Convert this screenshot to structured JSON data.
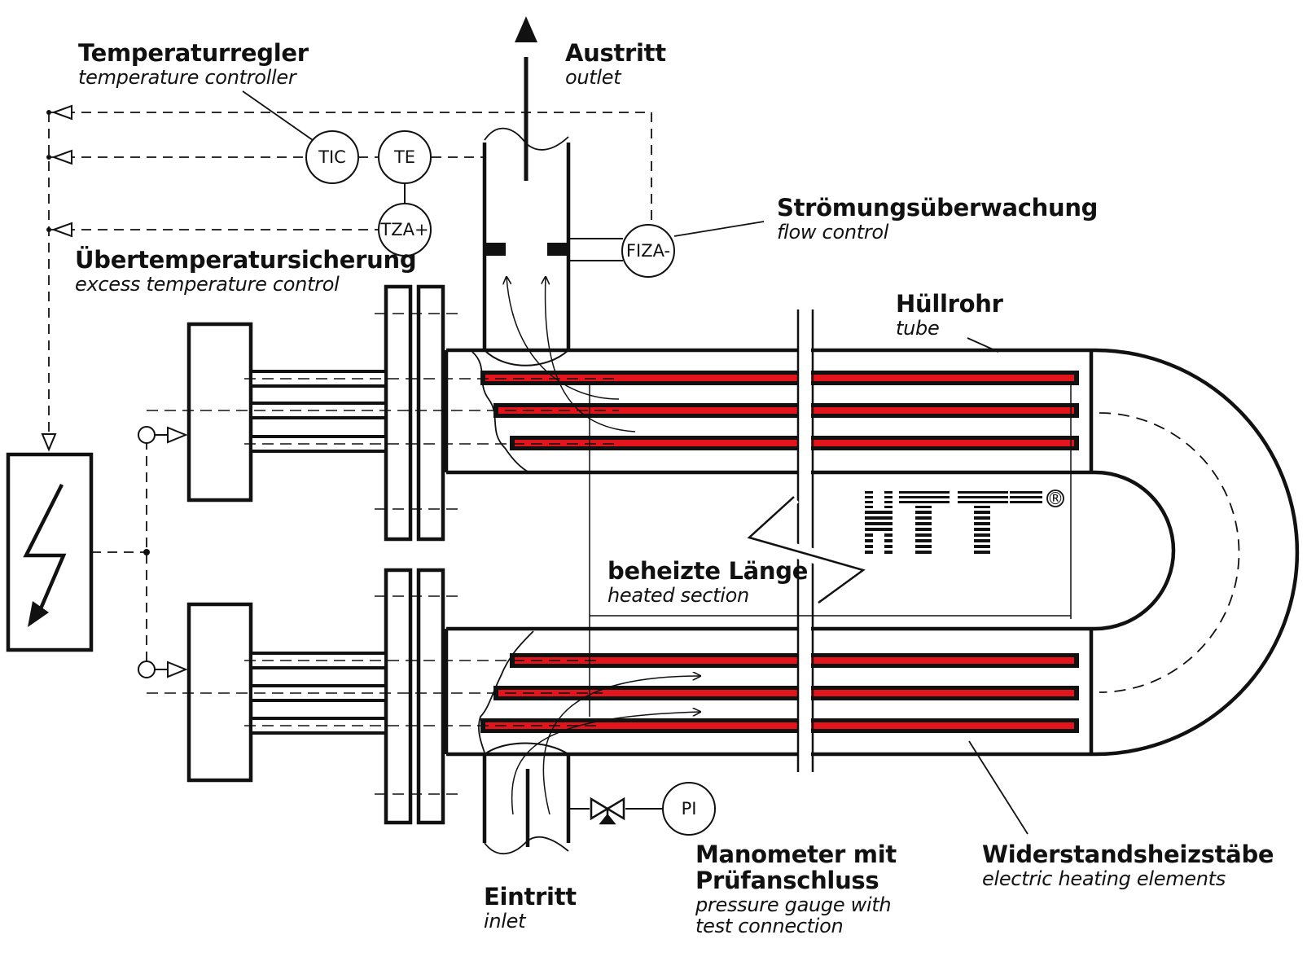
{
  "labels": {
    "temperature_controller": {
      "de": "Temperaturregler",
      "en": "temperature controller"
    },
    "excess_temperature": {
      "de": "Übertemperatursicherung",
      "en": "excess temperature control"
    },
    "outlet": {
      "de": "Austritt",
      "en": "outlet"
    },
    "flow_control": {
      "de": "Strömungsüberwachung",
      "en": "flow control"
    },
    "tube": {
      "de": "Hüllrohr",
      "en": "tube"
    },
    "heated_section": {
      "de": "beheizte Länge",
      "en": "heated section"
    },
    "pressure_gauge": {
      "de_line1": "Manometer mit",
      "de_line2": "Prüfanschluss",
      "en_line1": "pressure gauge with",
      "en_line2": "test connection"
    },
    "heating_elements": {
      "de": "Widerstandsheizstäbe",
      "en": "electric heating elements"
    },
    "inlet": {
      "de": "Eintritt",
      "en": "inlet"
    }
  },
  "instruments": {
    "tic": "TIC",
    "te": "TE",
    "tza": "TZA+",
    "fiza": "FIZA-",
    "pi": "PI"
  },
  "logo": {
    "text": "HTT",
    "registered": "®"
  },
  "icons": {
    "power_supply": "lightning-bolt-icon",
    "valve": "valve-icon",
    "flow_arrow": "arrow-icon"
  },
  "colors": {
    "heating_rod": "#e3151c",
    "line": "#111111",
    "background": "#ffffff"
  }
}
